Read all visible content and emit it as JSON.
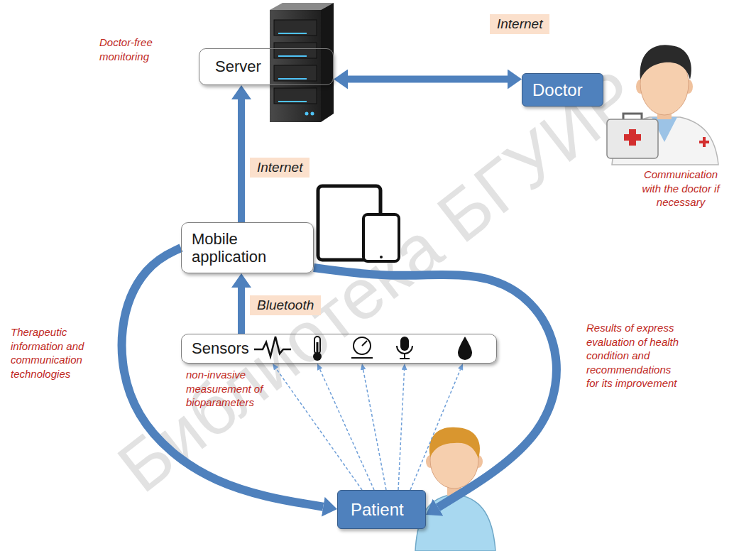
{
  "diagram": {
    "nodes": [
      {
        "text": [
          "Server"
        ]
      },
      {
        "text": [
          "Doctor"
        ]
      },
      {
        "text": [
          "Mobile application"
        ]
      },
      {
        "text": [
          "Sensors"
        ]
      },
      {
        "text": [
          "Patient"
        ]
      }
    ],
    "edges": [
      {
        "from": 0,
        "to": 1,
        "arrow": "both",
        "label": "Internet"
      },
      {
        "from": 2,
        "to": 0,
        "arrow": "to",
        "label": "Internet"
      },
      {
        "from": 3,
        "to": 2,
        "arrow": "to",
        "label": "Bluetooth"
      },
      {
        "from": 2,
        "to": 4,
        "arrow": "to"
      },
      {
        "from": 2,
        "to": 4,
        "arrow": "to"
      },
      {
        "from": 4,
        "to": 3,
        "arrow": "to"
      },
      {
        "from": 4,
        "to": 3,
        "arrow": "to"
      },
      {
        "from": 4,
        "to": 3,
        "arrow": "to"
      },
      {
        "from": 4,
        "to": 3,
        "arrow": "to"
      },
      {
        "from": 4,
        "to": 3,
        "arrow": "to"
      }
    ],
    "labels": [
      "Doctor-free monitoring",
      "Communication with the doctor if necessary",
      "Therapeutic information and communication technologies",
      "non-invasive measurement of bioparameters",
      "Results of express evaluation of health condition and recommendations for its improvement",
      "Библиотека БГУИР"
    ]
  }
}
